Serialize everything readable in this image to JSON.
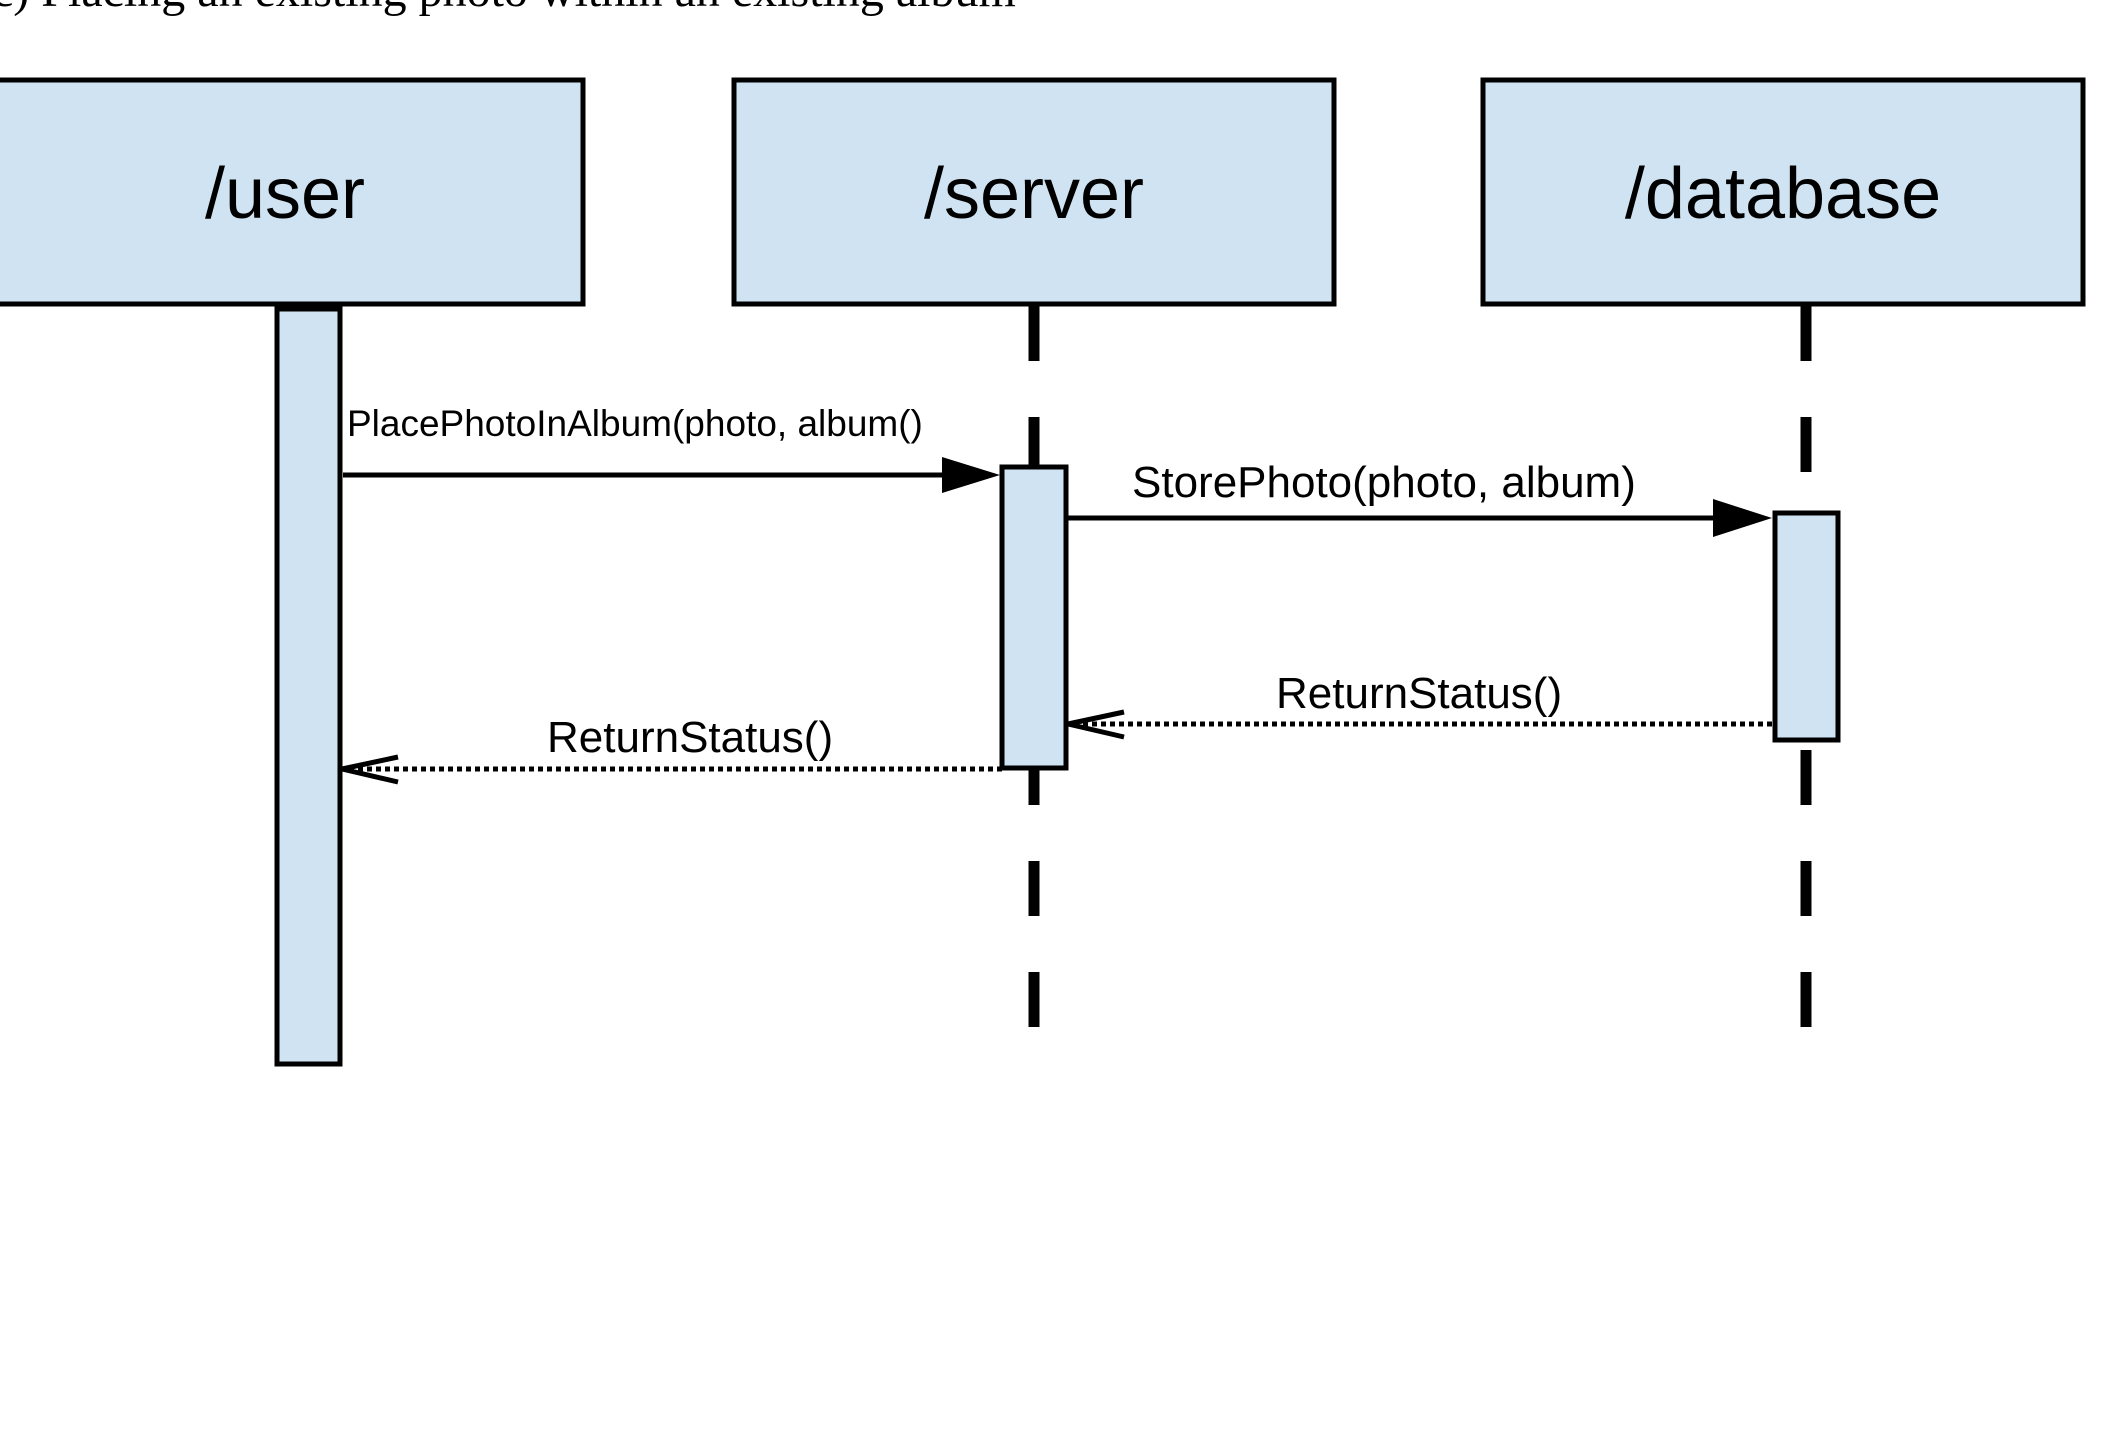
{
  "caption": "c)  Placing an existing photo within an existing album",
  "colors": {
    "box_fill": "#cfe3f2",
    "stroke": "#000000"
  },
  "actors": [
    {
      "id": "user",
      "label": "/user"
    },
    {
      "id": "server",
      "label": "/server"
    },
    {
      "id": "database",
      "label": "/database"
    }
  ],
  "messages": [
    {
      "id": "place-photo",
      "label": "PlacePhotoInAlbum(photo, album()",
      "from": "user",
      "to": "server",
      "style": "solid"
    },
    {
      "id": "store-photo",
      "label": "StorePhoto(photo, album)",
      "from": "server",
      "to": "database",
      "style": "solid"
    },
    {
      "id": "return-status-db",
      "label": "ReturnStatus()",
      "from": "database",
      "to": "server",
      "style": "dotted"
    },
    {
      "id": "return-status-server",
      "label": "ReturnStatus()",
      "from": "server",
      "to": "user",
      "style": "dotted"
    }
  ]
}
